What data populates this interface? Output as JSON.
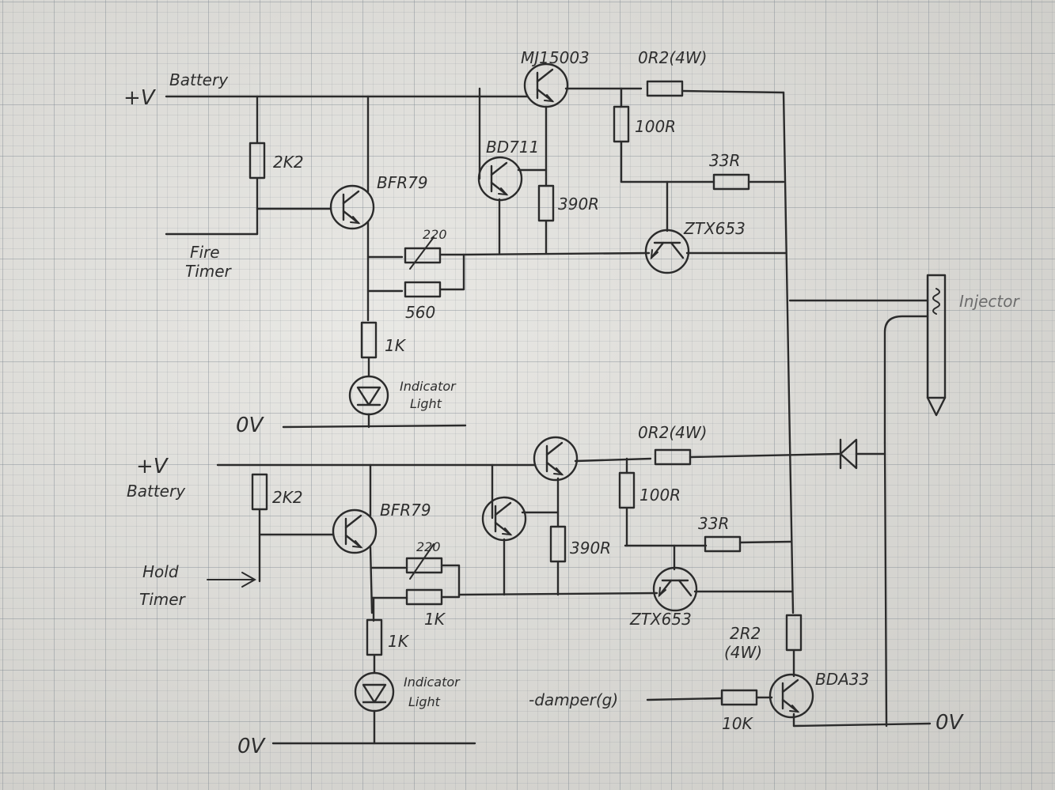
{
  "colors": {
    "paper": "#e2e1dc",
    "ink": "#2b2b2b",
    "grid": "#8a939b"
  },
  "upper_circuit": {
    "supply_label": "+V",
    "battery_label": "Battery",
    "pullup_resistor": "2K2",
    "driver_transistor": "BFR79",
    "fire_timer_label_1": "Fire",
    "fire_timer_label_2": "Timer",
    "power_transistor": "MJ15003",
    "darlington_driver": "BD711",
    "sense_resistor": "0R2(4W)",
    "resistor_100r": "100R",
    "resistor_33r": "33R",
    "resistor_390r": "390R",
    "limit_transistor": "ZTX653",
    "trim_pot": "220",
    "fixed_resistor": "560",
    "led_resistor": "1K",
    "indicator_label_1": "Indicator",
    "indicator_label_2": "Light",
    "ground_label": "0V"
  },
  "injector_label": "Injector",
  "lower_circuit": {
    "supply_label": "+V",
    "battery_label": "Battery",
    "pullup_resistor": "2K2",
    "driver_transistor": "BFR79",
    "hold_timer_label_1": "Hold",
    "hold_timer_label_2": "Timer",
    "sense_resistor": "0R2(4W)",
    "resistor_100r": "100R",
    "resistor_33r": "33R",
    "resistor_390r": "390R",
    "limit_transistor": "ZTX653",
    "trim_pot": "220",
    "fixed_resistor": "1K",
    "led_resistor": "1K",
    "indicator_label_1": "Indicator",
    "indicator_label_2": "Light",
    "ground_label": "0V",
    "damper_resistor": "2R2",
    "damper_resistor_rating": "(4W)",
    "damper_transistor": "BDA33",
    "damper_label": "-damper(g)",
    "base_resistor": "10K",
    "damper_ground": "0V"
  },
  "icons": [
    "npn-transistor-icon",
    "resistor-icon",
    "variable-resistor-icon",
    "led-icon",
    "diode-icon",
    "injector-coil-icon"
  ]
}
